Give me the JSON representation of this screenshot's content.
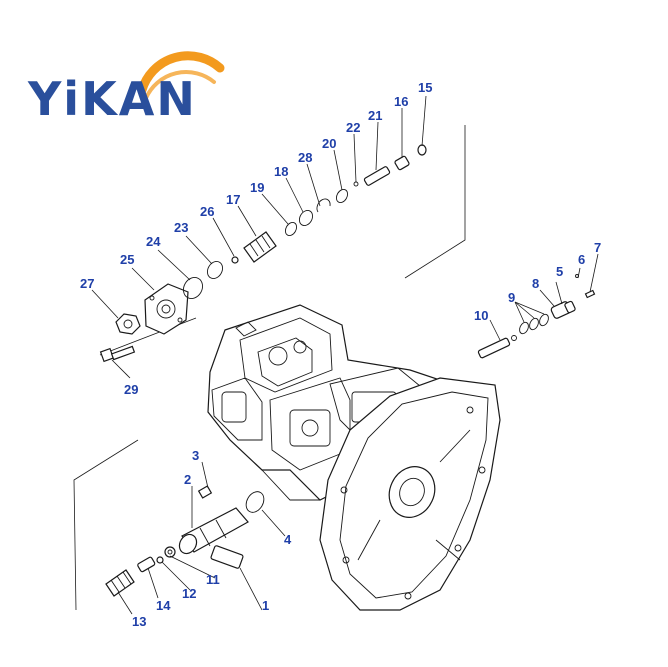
{
  "brand": {
    "name": "YiKAN",
    "text_color": "#2a4f9c",
    "arc_color": "#f39a1e"
  },
  "diagram": {
    "callout_color": "#1f3fa8",
    "labels": [
      "1",
      "2",
      "3",
      "4",
      "5",
      "6",
      "7",
      "8",
      "9",
      "10",
      "11",
      "12",
      "13",
      "14",
      "15",
      "16",
      "17",
      "18",
      "19",
      "20",
      "21",
      "22",
      "23",
      "24",
      "25",
      "26",
      "27",
      "28",
      "29"
    ]
  }
}
